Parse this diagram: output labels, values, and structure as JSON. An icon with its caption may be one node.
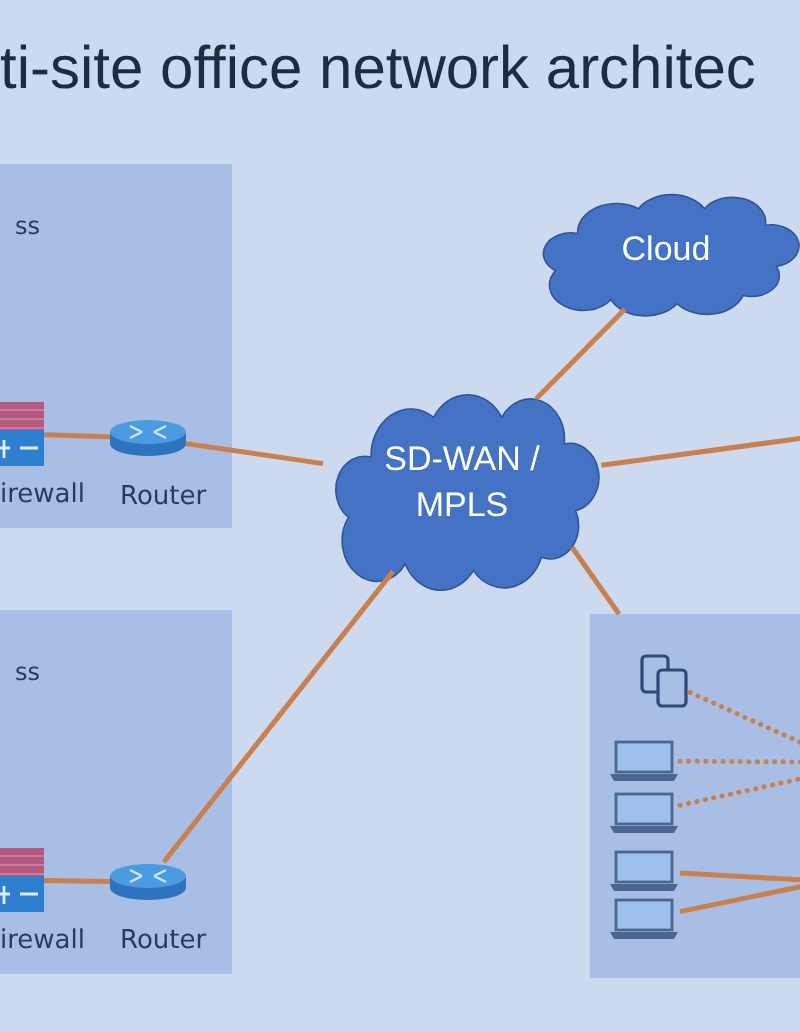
{
  "diagram": {
    "title": "ti-site office network architec",
    "nodes": [
      {
        "text": [
          "ss"
        ]
      },
      {
        "text": [
          "irewall"
        ],
        "in": 0
      },
      {
        "text": [
          "Router"
        ],
        "in": 0
      },
      {
        "text": [
          "ss"
        ]
      },
      {
        "text": [
          "irewall"
        ],
        "in": 3
      },
      {
        "text": [
          "Router"
        ],
        "in": 3
      },
      {
        "text": [
          "SD-WAN / MPLS"
        ]
      },
      {
        "text": [
          "Cloud"
        ]
      },
      {
        "text": [],
        "shape": "box"
      },
      {
        "text": [],
        "shape": "tablet",
        "in": 8
      },
      {
        "text": [],
        "shape": "laptop",
        "in": 8
      },
      {
        "text": [],
        "shape": "laptop",
        "in": 8
      },
      {
        "text": [],
        "shape": "laptop",
        "in": 8
      },
      {
        "text": [],
        "shape": "laptop",
        "in": 8
      }
    ],
    "edges": [
      {
        "from": 1,
        "to": 2,
        "arrow": "none"
      },
      {
        "from": 4,
        "to": 5,
        "arrow": "none"
      },
      {
        "from": 2,
        "to": 6,
        "arrow": "none"
      },
      {
        "from": 5,
        "to": 6,
        "arrow": "none"
      },
      {
        "from": 6,
        "to": 7,
        "arrow": "none"
      },
      {
        "from": 6,
        "to": null,
        "arrow": "none"
      },
      {
        "from": 6,
        "to": 8,
        "arrow": "none"
      },
      {
        "from": 9,
        "to": null,
        "arrow": "none",
        "style": "dashed"
      },
      {
        "from": 10,
        "to": null,
        "arrow": "none",
        "style": "dashed"
      },
      {
        "from": 11,
        "to": null,
        "arrow": "none",
        "style": "dashed"
      },
      {
        "from": 12,
        "to": null,
        "arrow": "none"
      },
      {
        "from": 13,
        "to": null,
        "arrow": "none"
      }
    ]
  }
}
